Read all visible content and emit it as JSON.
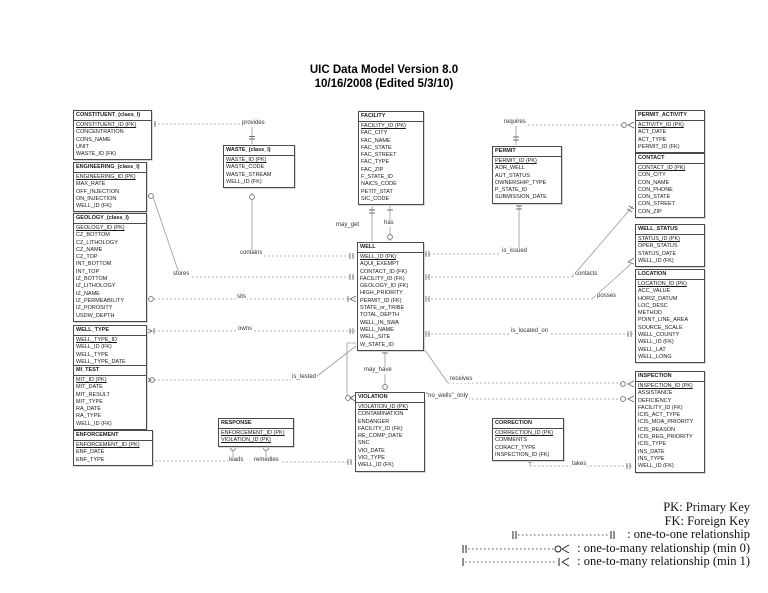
{
  "title": {
    "line1": "UIC Data Model Version 8.0",
    "line2": "10/16/2008 (Edited 5/3/10)"
  },
  "entities": {
    "constituent": {
      "title": "CONSTITUENT_(class_I)",
      "fields": [
        {
          "t": "CONSTITUENT_ID (PK)",
          "u": true
        },
        {
          "t": "CONCENTRATION"
        },
        {
          "t": "CONS_NAME"
        },
        {
          "t": "UNIT"
        },
        {
          "t": "WASTE_ID (FK)"
        }
      ]
    },
    "engineering": {
      "title": "ENGINEERING_(class_I)",
      "fields": [
        {
          "t": "ENGINEERING_ID (PK)",
          "u": true
        },
        {
          "t": "MAX_RATE"
        },
        {
          "t": "OFF_INJECTION"
        },
        {
          "t": "ON_INJECTION"
        },
        {
          "t": "WELL_ID (FK)"
        }
      ]
    },
    "geology": {
      "title": "GEOLOGY_(class_I)",
      "fields": [
        {
          "t": "GEOLOGY_ID (PK)",
          "u": true
        },
        {
          "t": "CZ_BOTTOM"
        },
        {
          "t": "CZ_LITHOLOGY"
        },
        {
          "t": "CZ_NAME"
        },
        {
          "t": "CZ_TOP"
        },
        {
          "t": "INT_BOTTOM"
        },
        {
          "t": "INT_TOP"
        },
        {
          "t": "IZ_BOTTOM"
        },
        {
          "t": "IZ_LITHOLOGY"
        },
        {
          "t": "IZ_NAME"
        },
        {
          "t": "IZ_PERMEABILITY"
        },
        {
          "t": "IZ_POROSITY"
        },
        {
          "t": "USDW_DEPTH"
        }
      ]
    },
    "well_type": {
      "title": "WELL_TYPE",
      "fields": [
        {
          "t": "WELL_TYPE_ID",
          "u": true
        },
        {
          "t": "WELL_ID (FK)"
        },
        {
          "t": "WELL_TYPE"
        },
        {
          "t": "WELL_TYPE_DATE"
        }
      ]
    },
    "mi_test": {
      "title": "MI_TEST",
      "fields": [
        {
          "t": "MIT_ID (PK)",
          "u": true
        },
        {
          "t": "MIT_DATE"
        },
        {
          "t": "MIT_RESULT"
        },
        {
          "t": "MIT_TYPE"
        },
        {
          "t": "RA_DATE"
        },
        {
          "t": "RA_TYPE"
        },
        {
          "t": "WELL_ID (FK)"
        }
      ]
    },
    "enforcement": {
      "title": "ENFORCEMENT",
      "fields": [
        {
          "t": "ENFORCEMENT_ID (PK)",
          "u": true
        },
        {
          "t": "ENF_DATE"
        },
        {
          "t": "ENF_TYPE"
        }
      ]
    },
    "waste": {
      "title": "WASTE_(class_I)",
      "fields": [
        {
          "t": "WASTE_ID (PK)",
          "u": true
        },
        {
          "t": "WASTE_CODE"
        },
        {
          "t": "WASTE_STREAM"
        },
        {
          "t": "WELL_ID (FK)"
        }
      ]
    },
    "response": {
      "title": "RESPONSE",
      "fields": [
        {
          "t": "ENFORCEMENT_ID (PK)",
          "u": true
        },
        {
          "t": "VIOLATION_ID (PK)",
          "u": true
        }
      ]
    },
    "facility": {
      "title": "FACILITY",
      "fields": [
        {
          "t": "FACILITY_ID (PK)",
          "u": true
        },
        {
          "t": "FAC_CITY"
        },
        {
          "t": "FAC_NAME"
        },
        {
          "t": "FAC_STATE"
        },
        {
          "t": "FAC_STREET"
        },
        {
          "t": "FAC_TYPE"
        },
        {
          "t": "FAC_ZIP"
        },
        {
          "t": "F_STATE_ID"
        },
        {
          "t": "NAICS_CODE"
        },
        {
          "t": "PETIT_STAT"
        },
        {
          "t": "SIC_CODE"
        }
      ]
    },
    "well": {
      "title": "WELL",
      "fields": [
        {
          "t": "WELL_ID (PK)",
          "u": true
        },
        {
          "t": "AQUI_EXEMPT"
        },
        {
          "t": "CONTACT_ID (FK)"
        },
        {
          "t": "FACILITY_ID (FK)"
        },
        {
          "t": "GEOLOGY_ID (FK)"
        },
        {
          "t": "HIGH_PRIORITY"
        },
        {
          "t": "PERMIT_ID (FK)"
        },
        {
          "t": "STATE_or_TRIBE"
        },
        {
          "t": "TOTAL_DEPTH"
        },
        {
          "t": "WELL_IN_SWA"
        },
        {
          "t": "WELL_NAME"
        },
        {
          "t": "WELL_SITE"
        },
        {
          "t": "W_STATE_ID"
        }
      ]
    },
    "violation": {
      "title": "VIOLATION",
      "fields": [
        {
          "t": "VIOLATION_ID (PK)",
          "u": true
        },
        {
          "t": "CONTAMINATION"
        },
        {
          "t": "ENDANGER"
        },
        {
          "t": "FACILITY_ID (FK)"
        },
        {
          "t": "RE_COMP_DATE"
        },
        {
          "t": "SNC"
        },
        {
          "t": "VIO_DATE"
        },
        {
          "t": "VIO_TYPE"
        },
        {
          "t": "WELL_ID (FK)"
        }
      ]
    },
    "permit": {
      "title": "PERMIT",
      "fields": [
        {
          "t": "PERMIT_ID (PK)",
          "u": true
        },
        {
          "t": "AOR_WELL"
        },
        {
          "t": "AUT_STATUS"
        },
        {
          "t": "OWNERSHIP_TYPE"
        },
        {
          "t": "P_STATE_ID"
        },
        {
          "t": "SUBMISSION_DATE"
        }
      ]
    },
    "correction": {
      "title": "CORRECTION",
      "fields": [
        {
          "t": "CORRECTION_ID (PK)",
          "u": true
        },
        {
          "t": "COMMENTS"
        },
        {
          "t": "CORACT_TYPE"
        },
        {
          "t": "INSPECTION_ID (FK)"
        }
      ]
    },
    "permit_activity": {
      "title": "PERMIT_ACTIVITY",
      "fields": [
        {
          "t": "ACTIVITY_ID (PK)",
          "u": true
        },
        {
          "t": "ACT_DATE"
        },
        {
          "t": "ACT_TYPE"
        },
        {
          "t": "PERMIT_ID (FK)"
        }
      ]
    },
    "contact": {
      "title": "CONTACT",
      "fields": [
        {
          "t": "CONTACT_ID (PK)",
          "u": true
        },
        {
          "t": "CON_CITY"
        },
        {
          "t": "CON_NAME"
        },
        {
          "t": "CON_PHONE"
        },
        {
          "t": "CON_STATE"
        },
        {
          "t": "CON_STREET"
        },
        {
          "t": "CON_ZIP"
        }
      ]
    },
    "well_status": {
      "title": "WELL_STATUS",
      "fields": [
        {
          "t": "STATUS_ID (PK)",
          "u": true
        },
        {
          "t": "OPER_STATUS"
        },
        {
          "t": "STATUS_DATE"
        },
        {
          "t": "WELL_ID (FK)"
        }
      ]
    },
    "location": {
      "title": "LOCATION",
      "fields": [
        {
          "t": "LOCATION_ID (PK)",
          "u": true
        },
        {
          "t": "ACC_VALUE"
        },
        {
          "t": "HORIZ_DATUM"
        },
        {
          "t": "LOC_DESC"
        },
        {
          "t": "METHOD"
        },
        {
          "t": "POINT_LINE_AREA"
        },
        {
          "t": "SOURCE_SCALE"
        },
        {
          "t": "WELL_COUNTY"
        },
        {
          "t": "WELL_ID (FK)"
        },
        {
          "t": "WELL_LAT"
        },
        {
          "t": "WELL_LONG"
        }
      ]
    },
    "inspection": {
      "title": "INSPECTION",
      "fields": [
        {
          "t": "INSPECTION_ID (PK)",
          "u": true
        },
        {
          "t": "ASSISTANCE"
        },
        {
          "t": "DEFICIENCY"
        },
        {
          "t": "FACILITY_ID (FK)"
        },
        {
          "t": "ICIS_ACT_TYPE"
        },
        {
          "t": "ICIS_MOA_PRIORITY"
        },
        {
          "t": "ICIS_REASON"
        },
        {
          "t": "ICIS_REG_PRIORITY"
        },
        {
          "t": "ICIS_TYPE"
        },
        {
          "t": "INS_DATE"
        },
        {
          "t": "INS_TYPE"
        },
        {
          "t": "WELL_ID (FK)"
        }
      ]
    }
  },
  "relationships": {
    "provides": "provides",
    "requires": "requires",
    "may_get": "may_get",
    "has": "has",
    "contains": "contains",
    "stores": "stores",
    "sits": "sits",
    "owns": "owns",
    "is_issued": "is_issued",
    "contacts": "contacts",
    "posses": "posses",
    "is_located_on": "is_located_on",
    "is_tested": "is_tested",
    "may_have": "may_have",
    "receives": "receives",
    "no_wells_only": "\"no_wells\"_only",
    "leads": "leads",
    "remedies": "remedies",
    "takes": "takes"
  },
  "legend": {
    "pk": "PK: Primary Key",
    "fk": "FK: Foreign Key",
    "one_to_one": ": one-to-one relationship",
    "one_to_many_min0": ": one-to-many relationship (min 0)",
    "one_to_many_min1": ": one-to-many relationship (min 1)"
  }
}
